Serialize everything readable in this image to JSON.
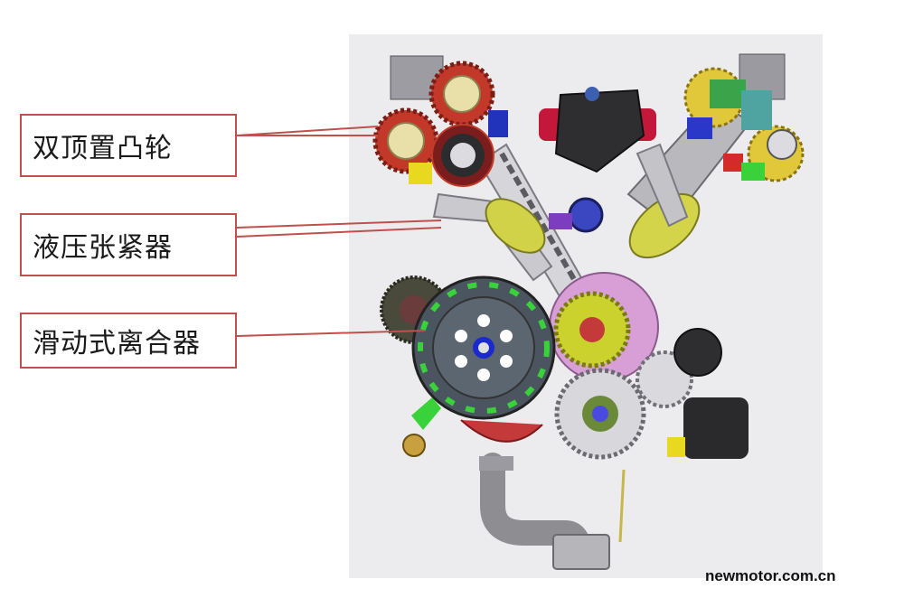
{
  "labels": {
    "camshaft": "双顶置凸轮",
    "tensioner": "液压张紧器",
    "clutch": "滑动式离合器"
  },
  "watermark": "newmotor.com.cn",
  "colors": {
    "leader_line": "#c0504d",
    "panel_bg": "#eeeeef"
  }
}
